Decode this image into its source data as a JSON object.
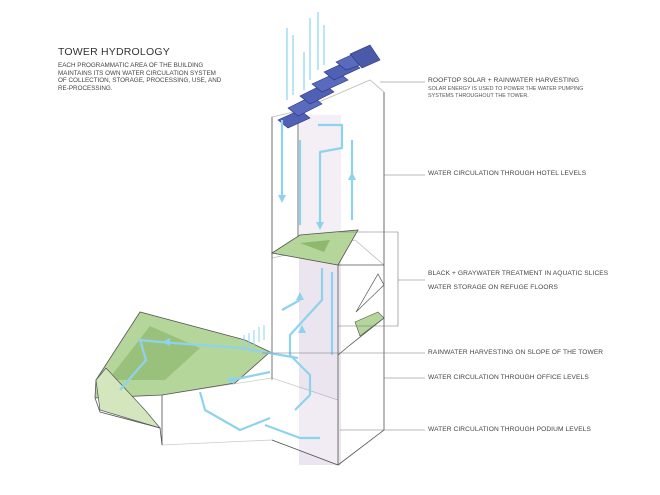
{
  "title": "TOWER HYDROLOGY",
  "description": "EACH PROGRAMMATIC AREA OF THE BUILDING MAINTAINS ITS OWN WATER CIRCULATION SYSTEM OF COLLECTION, STORAGE, PROCESSING, USE, AND RE-PROCESSING.",
  "labels": {
    "rooftop": "ROOFTOP SOLAR + RAINWATER HARVESTING",
    "rooftop_sub": "SOLAR ENERGY IS USED TO POWER THE WATER PUMPING SYSTEMS THROUGHOUT THE TOWER.",
    "hotel": "WATER CIRCULATION THROUGH HOTEL LEVELS",
    "treatment": "BLACK + GRAYWATER TREATMENT IN AQUATIC SLICES",
    "storage": "WATER STORAGE ON REFUGE FLOORS",
    "slope": "RAINWATER HARVESTING ON SLOPE OF THE TOWER",
    "office": "WATER CIRCULATION THROUGH OFFICE LEVELS",
    "podium": "WATER CIRCULATION THROUGH PODIUM LEVELS"
  },
  "colors": {
    "water": "#8ed3ee",
    "green": "#b5d69a",
    "green_dark": "#8fb86e",
    "solar": "#5060b5",
    "core": "#c9bfd2"
  }
}
